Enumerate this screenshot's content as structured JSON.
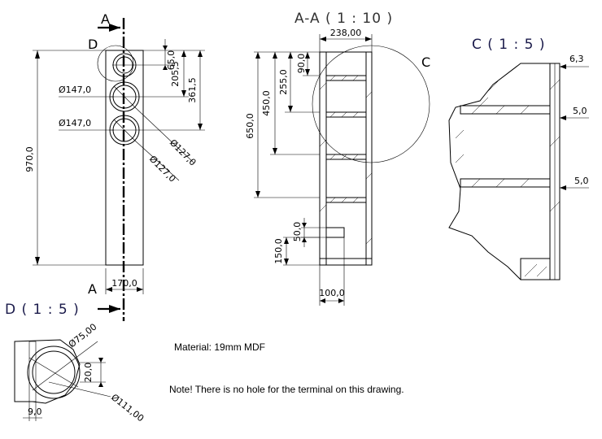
{
  "views": {
    "front": {
      "section_mark_top": "A",
      "section_mark_bottom": "A",
      "detail_mark": "D",
      "dims": {
        "height_total": "970,0",
        "width": "170,0",
        "top_offset": "65,0",
        "second_offset": "205,5",
        "third_offset": "361,5",
        "hole1_dia": "Ø147,0",
        "hole2_dia": "Ø147,0",
        "hole3_dia": "Ø127,0",
        "hole4_dia": "Ø127,0"
      }
    },
    "section": {
      "title": "A-A ( 1 : 10 )",
      "detail_mark": "C",
      "dims": {
        "depth": "238,00",
        "shelf1": "90,0",
        "shelf2": "255,0",
        "shelf3": "450,0",
        "shelf4": "650,0",
        "port_height": "50,0",
        "port_bottom": "150,0",
        "port_depth": "100,0"
      }
    },
    "detail_c": {
      "title": "C ( 1 : 5 )",
      "dims": {
        "panel": "6,3",
        "gap1": "5,0",
        "gap2": "5,0"
      }
    },
    "detail_d": {
      "title": "D ( 1 : 5 )",
      "dims": {
        "dia_outer": "Ø75,00",
        "dia_big": "Ø111,00",
        "offset": "20,0",
        "edge": "9,0"
      }
    }
  },
  "notes": {
    "material": "Material: 19mm MDF",
    "terminal_note": "Note! There is no hole for the terminal on this drawing."
  }
}
